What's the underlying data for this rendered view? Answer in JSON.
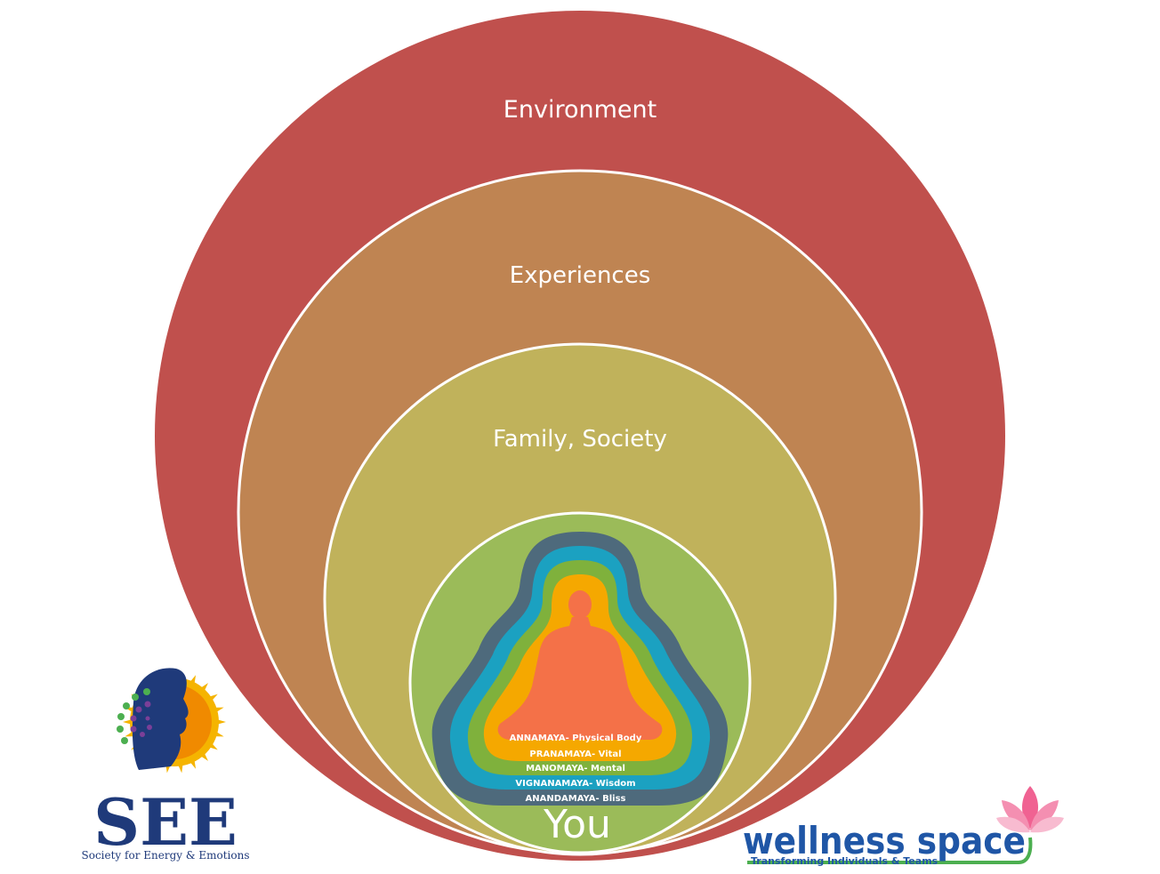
{
  "diagram": {
    "rings": [
      {
        "id": "environment",
        "label": "Environment",
        "color": "#c0504d"
      },
      {
        "id": "experiences",
        "label": "Experiences",
        "color": "#bf8452"
      },
      {
        "id": "family",
        "label": "Family, Society",
        "color": "#c0b25b"
      },
      {
        "id": "you",
        "label": "You",
        "color": "#9bbb59"
      }
    ],
    "koshas": [
      {
        "label": "ANNAMAYA- Physical Body",
        "color": "#f47148"
      },
      {
        "label": "PRANAMAYA- Vital",
        "color": "#f5a800"
      },
      {
        "label": "MANOMAYA- Mental",
        "color": "#7fb13c"
      },
      {
        "label": "VIGNANAMAYA- Wisdom",
        "color": "#1ba1c1"
      },
      {
        "label": "ANANDAMAYA- Bliss",
        "color": "#4e6a7c"
      }
    ]
  },
  "logos": {
    "see": {
      "title": "SEE",
      "subtitle": "Society for Energy & Emotions"
    },
    "wellness": {
      "title": "wellness space",
      "subtitle": "Transforming Individuals & Teams"
    }
  }
}
